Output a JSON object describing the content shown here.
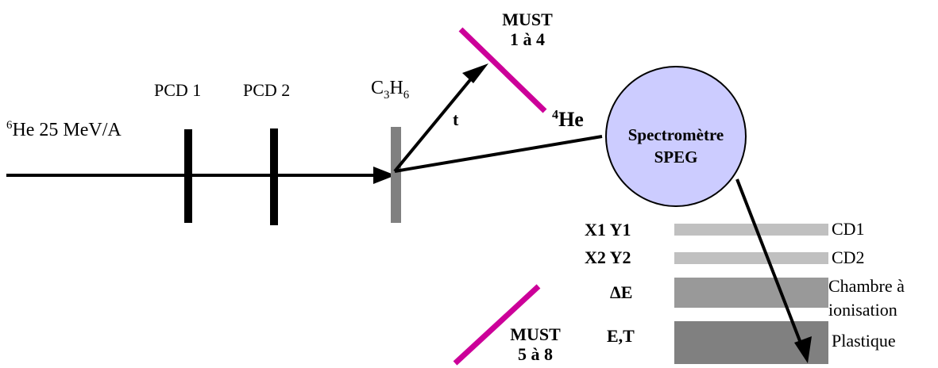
{
  "beam": {
    "superscript": "6",
    "text": "He 25 MeV/A"
  },
  "pcd1_label": "PCD 1",
  "pcd2_label": "PCD 2",
  "target": {
    "c": "C",
    "sub1": "3",
    "h": "H",
    "sub2": "6"
  },
  "must_top": {
    "line1": "MUST",
    "line2": "1 à 4"
  },
  "must_bottom": {
    "line1": "MUST",
    "line2": "5 à 8"
  },
  "triton_label": "t",
  "helium": {
    "superscript": "4",
    "text": "He"
  },
  "spectrometer": {
    "line1": "Spectromètre",
    "line2": "SPEG"
  },
  "detector_stack": [
    {
      "left_label": "X1 Y1",
      "right_label": "CD1"
    },
    {
      "left_label": "X2 Y2",
      "right_label": "CD2"
    },
    {
      "left_label": "ΔE",
      "right_label": "Chambre à\nionisation"
    },
    {
      "left_label": "E,T",
      "right_label": "Plastique"
    }
  ],
  "colors": {
    "must_detector": "#cc0099",
    "spectrometer_fill": "#ccccff",
    "target": "#808080",
    "cd_light": "#c0c0c0",
    "chamber": "#999999",
    "plastic": "#808080"
  }
}
